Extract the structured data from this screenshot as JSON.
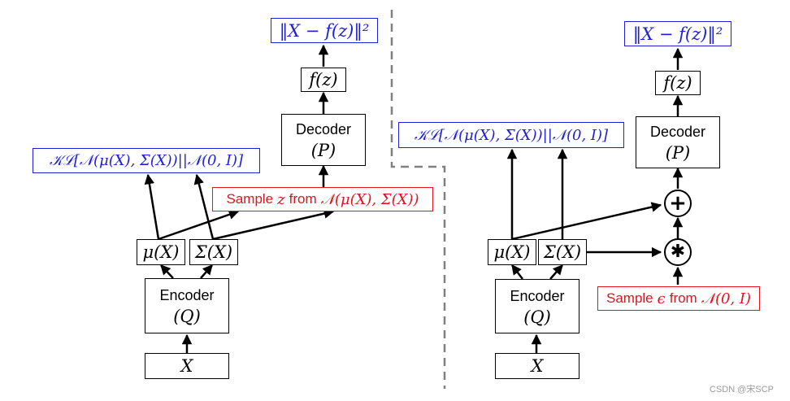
{
  "left": {
    "loss": "‖X − f(z)‖²",
    "fz": "f(z)",
    "decoder_name": "Decoder",
    "decoder_sym": "(P)",
    "kl": "𝒦ℒ[𝒩(μ(X), Σ(X))||𝒩(0, I)]",
    "sample_word": "Sample",
    "sample_var": "z",
    "sample_from": "from",
    "sample_dist": "𝒩(μ(X), Σ(X))",
    "mu": "μ(X)",
    "sigma": "Σ(X)",
    "encoder_name": "Encoder",
    "encoder_sym": "(Q)",
    "input": "X"
  },
  "right": {
    "loss": "‖X − f(z)‖²",
    "fz": "f(z)",
    "decoder_name": "Decoder",
    "decoder_sym": "(P)",
    "kl": "𝒦ℒ[𝒩(μ(X), Σ(X))||𝒩(0, I)]",
    "plus": "+",
    "times": "✱",
    "sample_word": "Sample",
    "sample_var": "ϵ",
    "sample_from": "from",
    "sample_dist": "𝒩(0, I)",
    "mu": "μ(X)",
    "sigma": "Σ(X)",
    "encoder_name": "Encoder",
    "encoder_sym": "(Q)",
    "input": "X"
  },
  "colors": {
    "ink": "#000000",
    "blue": "#1f1fd6",
    "red": "#e0141e",
    "divider": "#808080"
  },
  "watermark": "CSDN @宋SCP"
}
